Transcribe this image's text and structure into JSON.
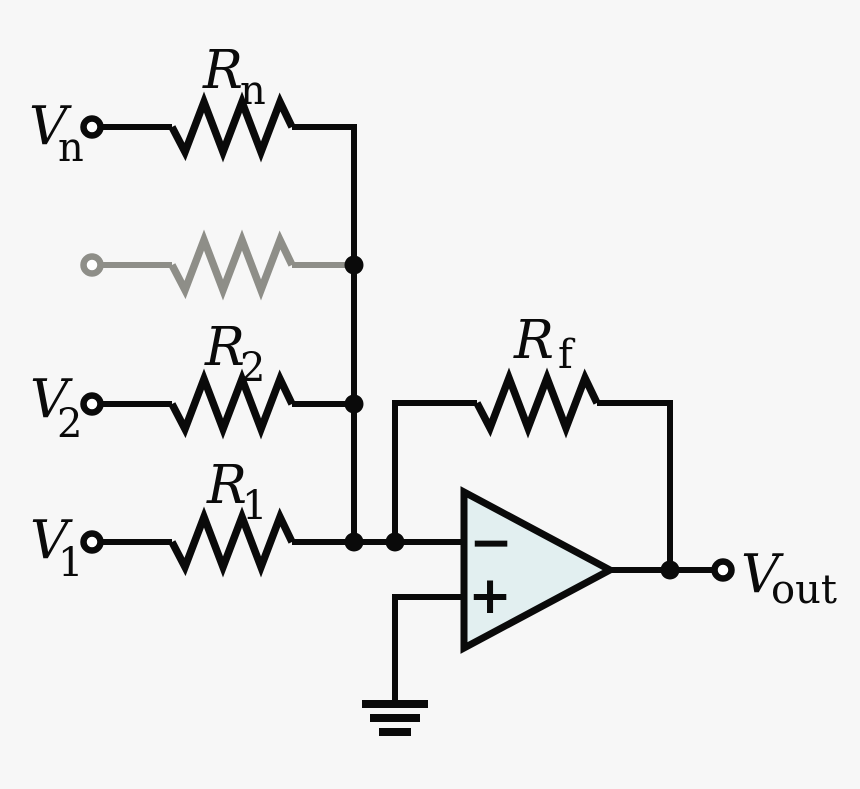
{
  "colors": {
    "background": "#f7f7f7",
    "wire": "#0a0a0a",
    "muted": "#8e8e88",
    "opamp_fill": "#e2eff0",
    "terminal_fill": "#ffffff"
  },
  "labels": {
    "input_n": {
      "base": "V",
      "sub": "n"
    },
    "resistor_n": {
      "base": "R",
      "sub": "n"
    },
    "input_2": {
      "base": "V",
      "sub": "2"
    },
    "resistor_2": {
      "base": "R",
      "sub": "2"
    },
    "input_1": {
      "base": "V",
      "sub": "1"
    },
    "resistor_1": {
      "base": "R",
      "sub": "1"
    },
    "feedback_resistor": {
      "base": "R",
      "sub": "f"
    },
    "output": {
      "base": "V",
      "sub": "out"
    },
    "opamp": {
      "inverting_input": "−",
      "noninverting_input": "+"
    }
  }
}
